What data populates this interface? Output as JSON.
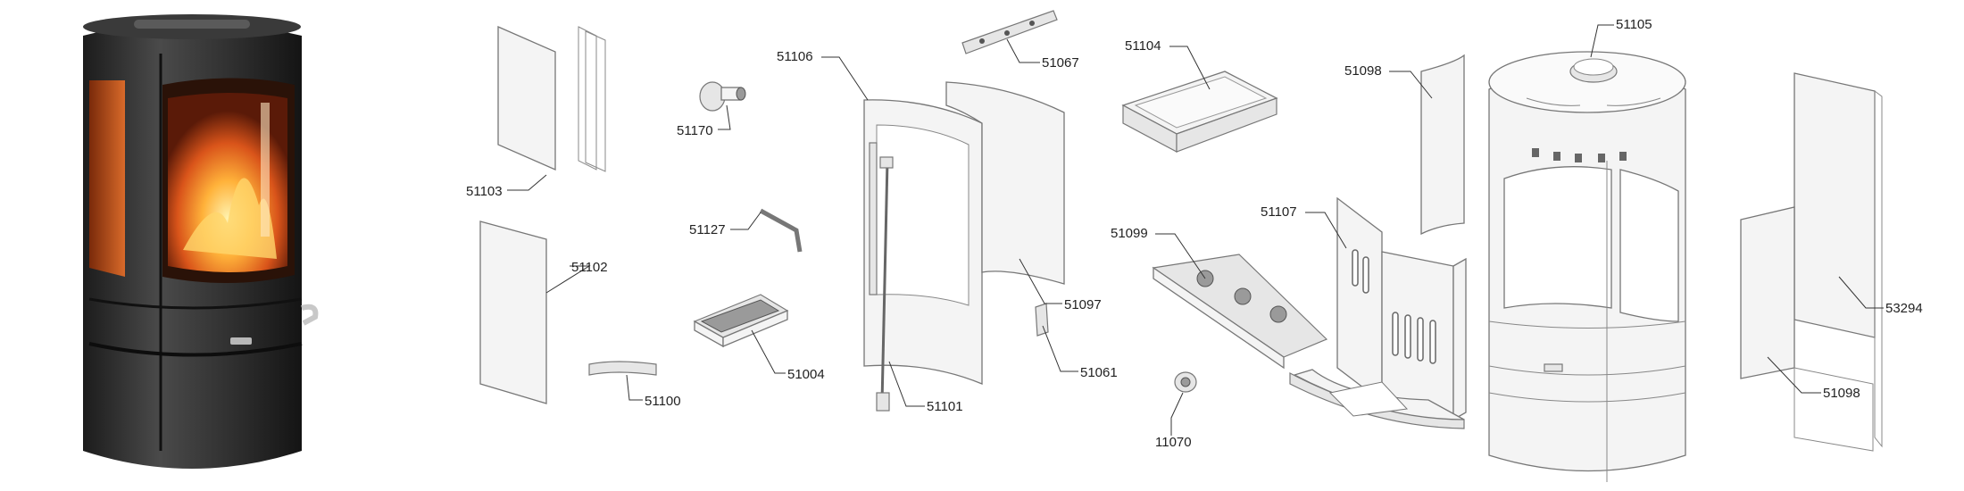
{
  "figure": {
    "photo": "wood-burning stove (black, round, glass door, fire)",
    "parts": [
      {
        "id": "p51103",
        "number": "51103"
      },
      {
        "id": "p51102",
        "number": "51102"
      },
      {
        "id": "p51100",
        "number": "51100"
      },
      {
        "id": "p51170",
        "number": "51170"
      },
      {
        "id": "p51127",
        "number": "51127"
      },
      {
        "id": "p51004",
        "number": "51004"
      },
      {
        "id": "p51106",
        "number": "51106"
      },
      {
        "id": "p51067",
        "number": "51067"
      },
      {
        "id": "p51097",
        "number": "51097"
      },
      {
        "id": "p51061",
        "number": "51061"
      },
      {
        "id": "p51101",
        "number": "51101"
      },
      {
        "id": "p51104",
        "number": "51104"
      },
      {
        "id": "p51099",
        "number": "51099"
      },
      {
        "id": "p51107",
        "number": "51107"
      },
      {
        "id": "p11070",
        "number": "11070"
      },
      {
        "id": "p51098a",
        "number": "51098"
      },
      {
        "id": "p51105",
        "number": "51105"
      },
      {
        "id": "p53294",
        "number": "53294"
      },
      {
        "id": "p51098b",
        "number": "51098"
      }
    ]
  }
}
